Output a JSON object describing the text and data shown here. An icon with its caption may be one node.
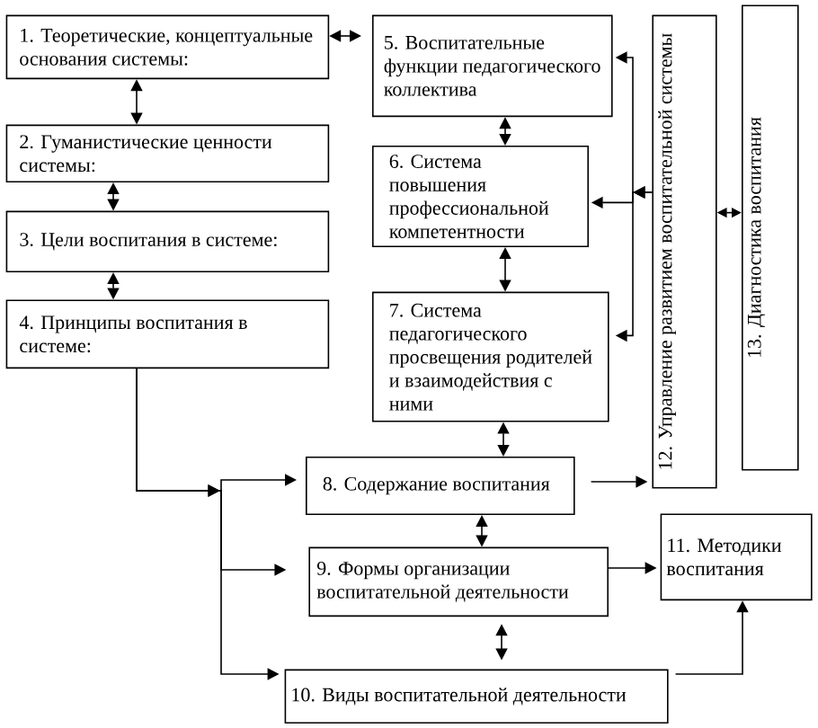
{
  "diagram": {
    "nodes": [
      {
        "text": [
          "1. Теоретические, концептуальные основания системы:"
        ]
      },
      {
        "text": [
          "2. Гуманистические ценности системы:"
        ]
      },
      {
        "text": [
          "3. Цели воспитания в системе:"
        ]
      },
      {
        "text": [
          "4. Принципы воспитания в системе:"
        ]
      },
      {
        "text": [
          "5. Воспитательные функции педагогического коллектива"
        ]
      },
      {
        "text": [
          "6. Система повышения профессиональной компетентности"
        ]
      },
      {
        "text": [
          "7. Система педагогического просвещения родителей и взаимодействия с ними"
        ]
      },
      {
        "text": [
          "8. Содержание воспитания"
        ]
      },
      {
        "text": [
          "9. Формы организации воспитательной деятельности"
        ]
      },
      {
        "text": [
          "10. Виды воспитательной деятельности"
        ]
      },
      {
        "text": [
          "11. Методики воспитания"
        ]
      },
      {
        "text": [
          "12. Управление развитием воспитательной системы"
        ]
      },
      {
        "text": [
          "13. Диагностика воспитания"
        ]
      }
    ],
    "edges": [
      {
        "from": 0,
        "to": 4,
        "arrow": "both"
      },
      {
        "from": 0,
        "to": 1,
        "arrow": "both"
      },
      {
        "from": 1,
        "to": 2,
        "arrow": "both"
      },
      {
        "from": 2,
        "to": 3,
        "arrow": "both"
      },
      {
        "from": 4,
        "to": 5,
        "arrow": "both"
      },
      {
        "from": 5,
        "to": 6,
        "arrow": "both"
      },
      {
        "from": 6,
        "to": 7,
        "arrow": "both"
      },
      {
        "from": 7,
        "to": 8,
        "arrow": "both"
      },
      {
        "from": 8,
        "to": 9,
        "arrow": "both"
      },
      {
        "from": 11,
        "to": 4,
        "arrow": "to"
      },
      {
        "from": 11,
        "to": 5,
        "arrow": "to"
      },
      {
        "from": 11,
        "to": 6,
        "arrow": "to"
      },
      {
        "from": 11,
        "to": 12,
        "arrow": "both"
      },
      {
        "from": 7,
        "to": 11,
        "arrow": "to"
      },
      {
        "from": 3,
        "to": 7,
        "arrow": "to"
      },
      {
        "from": 3,
        "to": 8,
        "arrow": "to"
      },
      {
        "from": 3,
        "to": 9,
        "arrow": "to"
      },
      {
        "from": 8,
        "to": 10,
        "arrow": "to"
      },
      {
        "from": 9,
        "to": 10,
        "arrow": "to"
      }
    ]
  }
}
